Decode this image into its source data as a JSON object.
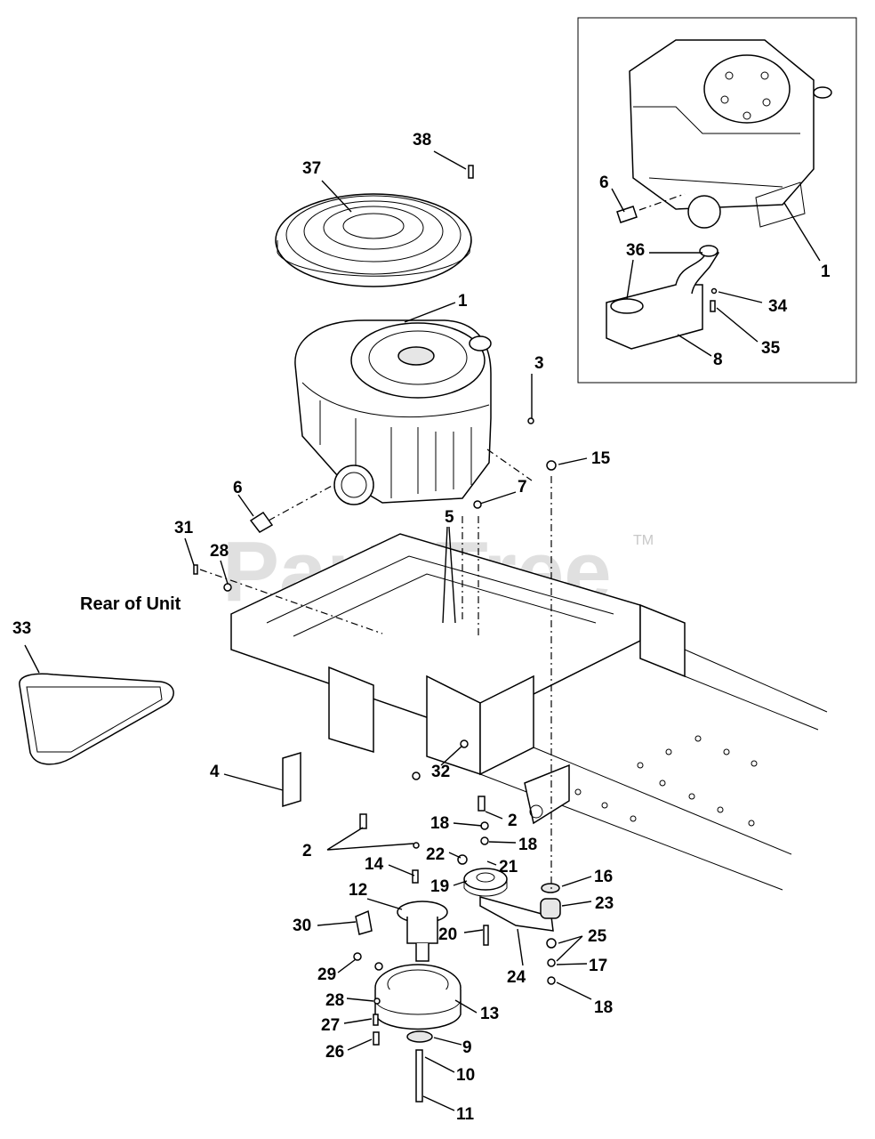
{
  "diagram": {
    "note": "Rear of Unit",
    "watermark": "PartsTree",
    "trademark": "TM",
    "callouts": [
      "1",
      "1",
      "2",
      "2",
      "3",
      "4",
      "5",
      "6",
      "6",
      "7",
      "8",
      "9",
      "10",
      "11",
      "12",
      "13",
      "14",
      "15",
      "16",
      "17",
      "18",
      "18",
      "18",
      "19",
      "20",
      "21",
      "22",
      "23",
      "24",
      "25",
      "26",
      "27",
      "28",
      "28",
      "29",
      "30",
      "31",
      "32",
      "33",
      "34",
      "35",
      "36",
      "37",
      "38"
    ]
  }
}
